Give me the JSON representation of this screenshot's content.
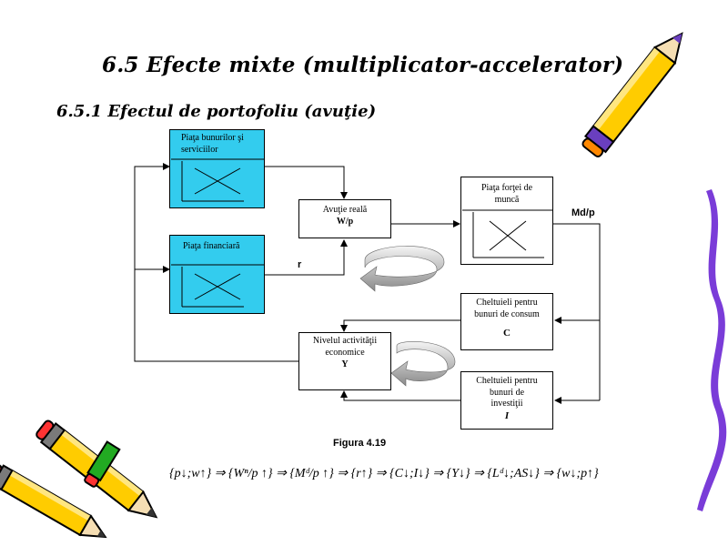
{
  "title": "6.5 Efecte mixte (multiplicator-accelerator)",
  "subtitle": "6.5.1 Efectul de portofoliu (avuţie)",
  "diagram": {
    "piata_bunuri": "Piaţa bunurilor şi serviciilor",
    "piata_financiara": "Piaţa financiară",
    "avutie_title": "Avuţie reală",
    "avutie_sub": "W/p",
    "piata_muncii": "Piaţa forţei de muncă",
    "md_label": "Md/p",
    "r_label": "r",
    "cheltuieli_consum": "Cheltuieli pentru bunuri de consum",
    "consum_sym": "C",
    "nivel_activitate": "Nivelul activităţii economice",
    "nivel_sym": "Y",
    "cheltuieli_investitii": "Cheltuieli pentru bunuri de investiţii",
    "investitii_sym": "I"
  },
  "caption": "Figura 4.19",
  "formula": "{p↓;w↑} ⇒ {Wⁿ/p ↑} ⇒ {Mᵈ/p ↑} ⇒ {r↑} ⇒ {C↓;I↓} ⇒ {Y↓} ⇒ {Lᵈ↓;AS↓} ⇒ {w↓;p↑}"
}
